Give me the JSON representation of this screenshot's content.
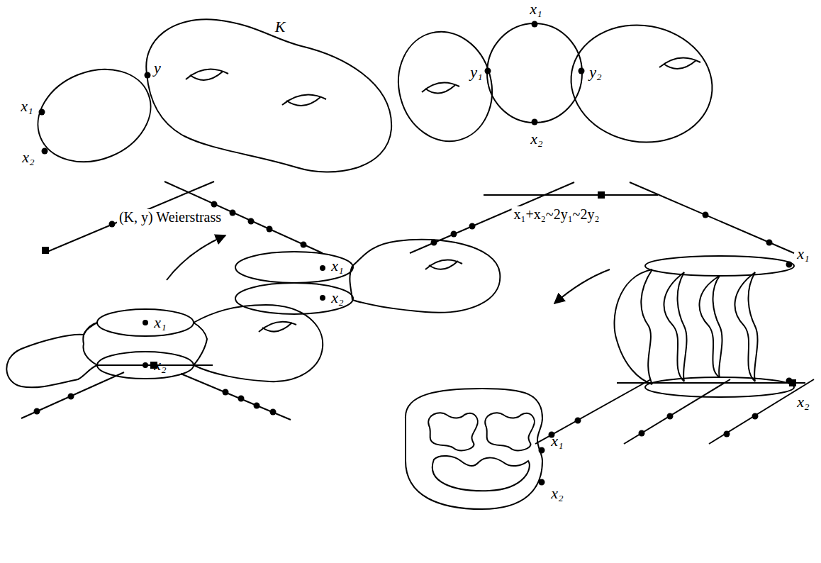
{
  "diagram": {
    "labels": [
      "x₁",
      "x₂",
      "y",
      "K",
      "(K, y) Weierstrass",
      "x₁",
      "y₁",
      "x₂",
      "y₂",
      "x₁+x₂~2y₁~2y₂",
      "x₁",
      "x₂",
      "x₁",
      "x₂",
      "x₁",
      "x₂",
      "x₁",
      "x₂"
    ]
  }
}
